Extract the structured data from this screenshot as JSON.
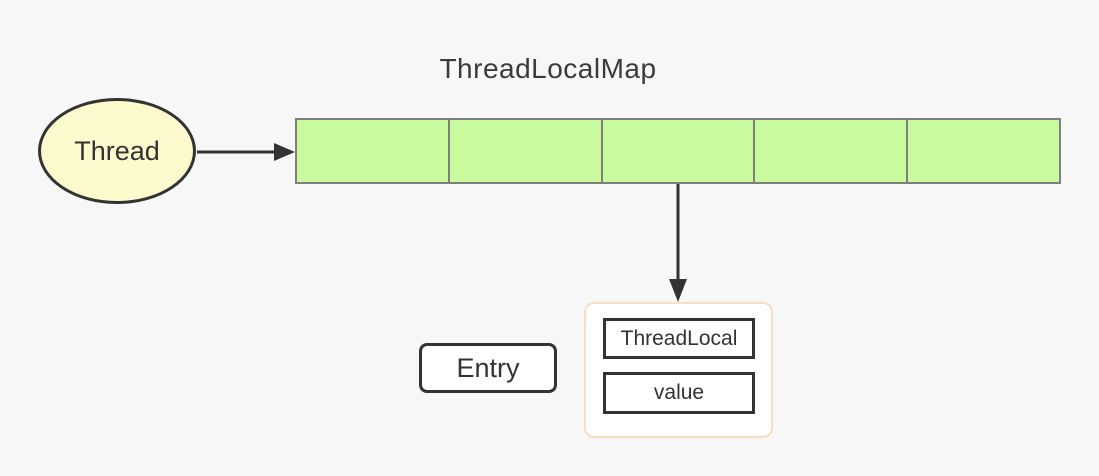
{
  "diagram": {
    "background_color": "#f7f7f7",
    "title": "ThreadLocalMap",
    "thread_node": {
      "label": "Thread",
      "fill_color": "#fcf9cc",
      "border_color": "#333333"
    },
    "map_array": {
      "cell_count": 5,
      "fill_color": "#c9fa9e",
      "border_color": "#7f7f7f"
    },
    "arrows": {
      "color": "#333333",
      "thread_to_map": "thread-to-array",
      "cell_to_entry": "array-cell-3-to-entry-group"
    },
    "entry_label": {
      "label": "Entry"
    },
    "entry_group": {
      "border_color": "#f8ddc0",
      "fields": [
        {
          "label": "ThreadLocal"
        },
        {
          "label": "value"
        }
      ]
    }
  }
}
